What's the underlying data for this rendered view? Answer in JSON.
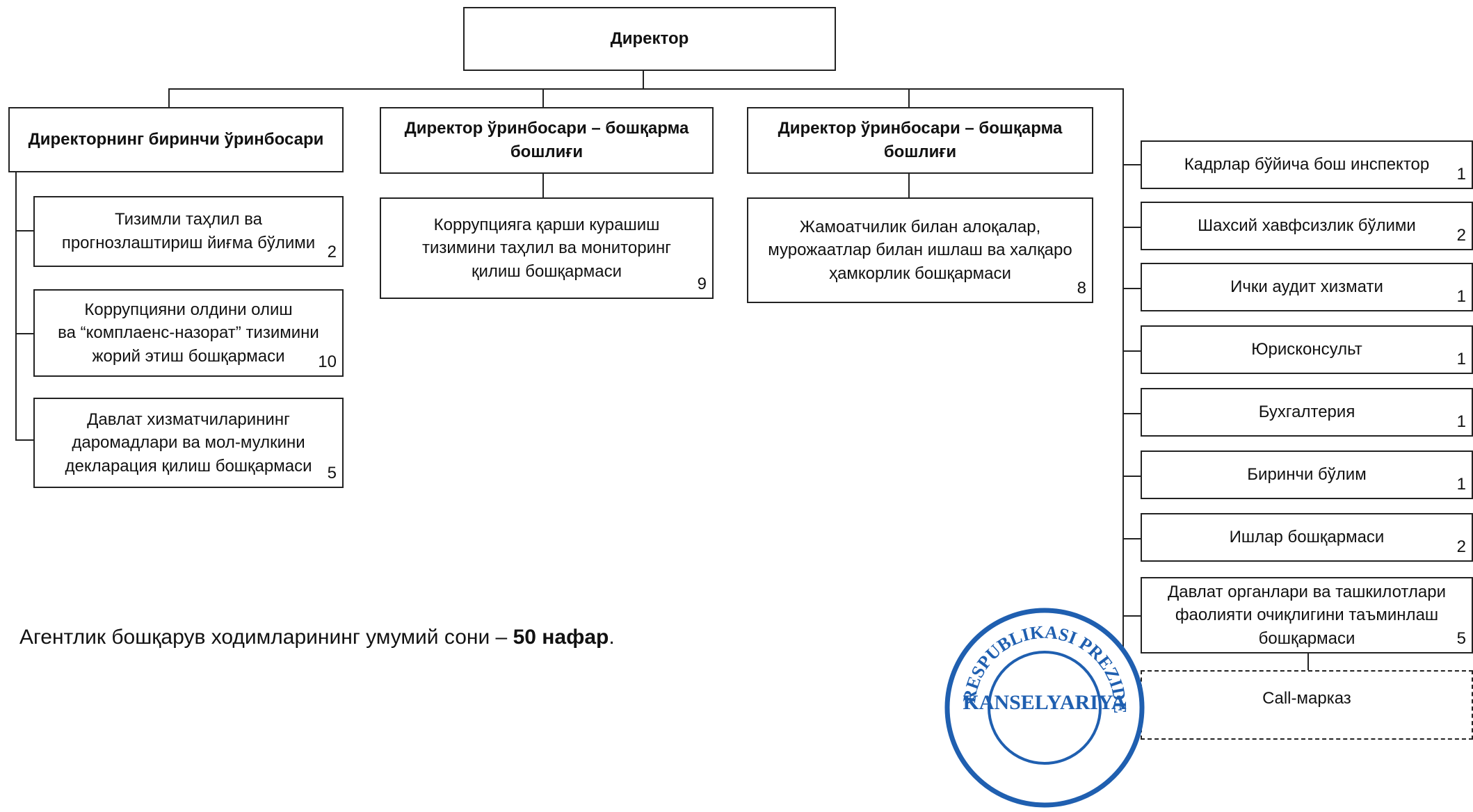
{
  "director": {
    "label": "Директор"
  },
  "deputies": [
    {
      "label": "Директорнинг биринчи ўринбосари",
      "units": [
        {
          "label": "Тизимли таҳлил ва\nпрогнозлаштириш йиғма бўлими",
          "count": "2"
        },
        {
          "label": "Коррупцияни олдини олиш\nва “комплаенс-назорат” тизимини\nжорий этиш бошқармаси",
          "count": "10"
        },
        {
          "label": "Давлат хизматчиларининг\nдаромадлари ва мол-мулкини\nдекларация қилиш бошқармаси",
          "count": "5"
        }
      ]
    },
    {
      "label": "Директор ўринбосари – бошқарма\nбошлиғи",
      "units": [
        {
          "label": "Коррупцияга қарши курашиш\nтизимини таҳлил ва мониторинг\nқилиш бошқармаси",
          "count": "9"
        }
      ]
    },
    {
      "label": "Директор ўринбосари – бошқарма\nбошлиғи",
      "units": [
        {
          "label": "Жамоатчилик билан алоқалар,\nмурожаатлар билан ишлаш ва халқаро\nҳамкорлик бошқармаси",
          "count": "8"
        }
      ]
    }
  ],
  "right_units": [
    {
      "label": "Кадрлар бўйича бош инспектор",
      "count": "1"
    },
    {
      "label": "Шахсий хавфсизлик бўлими",
      "count": "2"
    },
    {
      "label": "Ички аудит хизмати",
      "count": "1"
    },
    {
      "label": "Юрисконсульт",
      "count": "1"
    },
    {
      "label": "Бухгалтерия",
      "count": "1"
    },
    {
      "label": "Биринчи бўлим",
      "count": "1"
    },
    {
      "label": "Ишлар бошқармаси",
      "count": "2"
    },
    {
      "label": "Давлат органлари ва ташкилотлари\nфаолияти очиқлигини таъминлаш\nбошқармаси",
      "count": "5"
    }
  ],
  "call_center": {
    "label": "Call-марказ"
  },
  "footer": {
    "text": "Агентлик бошқарув ходимларининг умумий сони – ",
    "bold": "50 нафар",
    "end": "."
  },
  "stamp": {
    "top_text": "RESPUBLIKASI PREZIDENTI ADMIN",
    "center_text": "KANSELYARIYA",
    "color": "#1f5fb0"
  }
}
